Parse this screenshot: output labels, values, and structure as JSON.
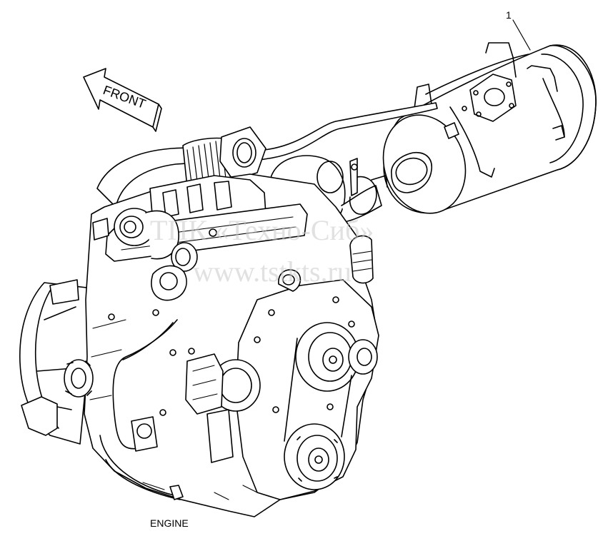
{
  "diagram": {
    "callout_number": "1",
    "front_label": "FRONT",
    "caption": "ENGINE",
    "watermark_line1": "ТПК «Техно-Сиб»",
    "watermark_line2": "www.tstkts.ru"
  }
}
